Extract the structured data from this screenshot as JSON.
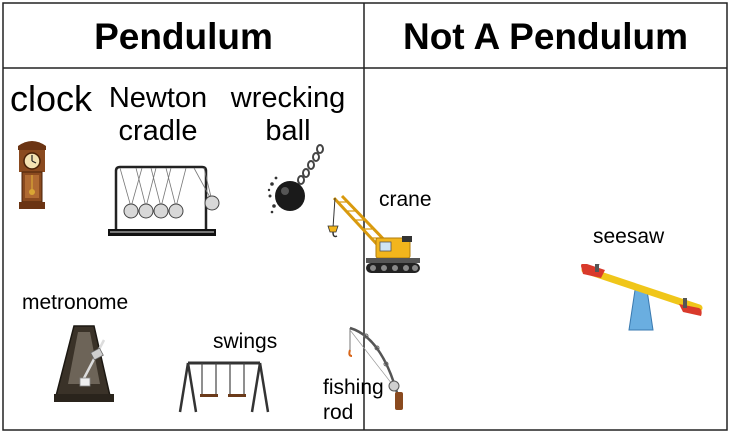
{
  "headers": {
    "pendulum": "Pendulum",
    "not_pendulum": "Not A Pendulum"
  },
  "items": {
    "clock": "clock",
    "newton_line1": "Newton",
    "newton_line2": "cradle",
    "wrecking_line1": "wrecking",
    "wrecking_line2": "ball",
    "metronome": "metronome",
    "swings": "swings",
    "crane": "crane",
    "fishing_line1": "fishing",
    "fishing_line2": "rod",
    "seesaw": "seesaw"
  },
  "icons": [
    "grandfather-clock-icon",
    "newton-cradle-icon",
    "wrecking-ball-icon",
    "crane-icon",
    "metronome-icon",
    "swing-set-icon",
    "fishing-rod-icon",
    "seesaw-icon"
  ],
  "colors": {
    "border": "#222222",
    "crane_yellow": "#f2b51c",
    "clock_wood": "#8a4a1f",
    "seesaw_red": "#d93a2b",
    "seesaw_yellow": "#f0c61a",
    "seesaw_blue": "#6aaee0"
  }
}
